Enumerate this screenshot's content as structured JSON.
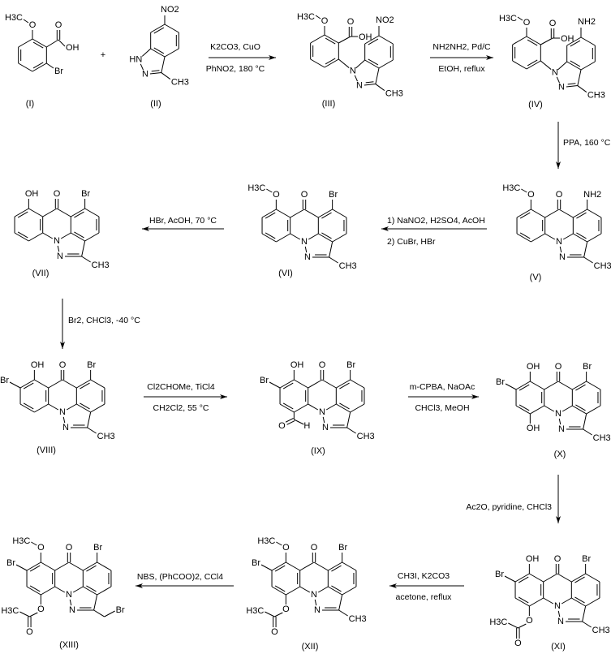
{
  "plus": "+",
  "compounds": {
    "I": {
      "label": "(I)",
      "atoms": {
        "o_me": "O",
        "me": "H3C",
        "co_o": "O",
        "oh": "OH",
        "br": "Br"
      }
    },
    "II": {
      "label": "(II)",
      "atoms": {
        "no2": "NO2",
        "nh": "HN",
        "n2": "N",
        "me": "CH3"
      }
    },
    "III": {
      "label": "(III)",
      "atoms": {
        "o_me": "O",
        "me": "H3C",
        "co_o": "O",
        "oh": "OH",
        "n1": "N",
        "n2": "N",
        "c3_me": "CH3",
        "sub": "NO2"
      }
    },
    "IV": {
      "label": "(IV)",
      "atoms": {
        "o_me": "O",
        "me": "H3C",
        "co_o": "O",
        "oh": "OH",
        "n1": "N",
        "n2": "N",
        "c3_me": "CH3",
        "sub": "NH2"
      }
    },
    "V": {
      "label": "(V)",
      "atoms": {
        "o9": "O",
        "lt_o": "O",
        "lt_me": "H3C",
        "rt": "NH2",
        "n1": "N",
        "n2": "N",
        "c3_me": "CH3"
      }
    },
    "VI": {
      "label": "(VI)",
      "atoms": {
        "o9": "O",
        "lt_o": "O",
        "lt_me": "H3C",
        "rt": "Br",
        "n1": "N",
        "n2": "N",
        "c3_me": "CH3"
      }
    },
    "VII": {
      "label": "(VII)",
      "atoms": {
        "o9": "O",
        "lt_oh": "OH",
        "rt": "Br",
        "n1": "N",
        "n2": "N",
        "c3_me": "CH3"
      }
    },
    "VIII": {
      "label": "(VIII)",
      "atoms": {
        "o9": "O",
        "lt_oh": "OH",
        "rt": "Br",
        "lul_br": "Br",
        "n1": "N",
        "n2": "N",
        "c3_me": "CH3"
      }
    },
    "IX": {
      "label": "(IX)",
      "atoms": {
        "o9": "O",
        "lt_oh": "OH",
        "rt": "Br",
        "lul_br": "Br",
        "lb_cho_o": "O",
        "lb_cho_h": "H",
        "n1": "N",
        "n2": "N",
        "c3_me": "CH3"
      }
    },
    "X": {
      "label": "(X)",
      "atoms": {
        "o9": "O",
        "lt_oh": "OH",
        "rt": "Br",
        "lul_br": "Br",
        "lb_oh": "OH",
        "n1": "N",
        "n2": "N",
        "c3_me": "CH3"
      }
    },
    "XI": {
      "label": "(XI)",
      "atoms": {
        "o9": "O",
        "lt_oh": "OH",
        "rt": "Br",
        "lul_br": "Br",
        "lb_o": "O",
        "lb_me": "H3C",
        "lb_co_o": "O",
        "n1": "N",
        "n2": "N",
        "c3_me": "CH3"
      }
    },
    "XII": {
      "label": "(XII)",
      "atoms": {
        "o9": "O",
        "lt_o": "O",
        "lt_me": "H3C",
        "rt": "Br",
        "lul_br": "Br",
        "lb_o": "O",
        "lb_me": "H3C",
        "lb_co_o": "O",
        "n1": "N",
        "n2": "N",
        "c3_me": "CH3"
      }
    },
    "XIII": {
      "label": "(XIII)",
      "atoms": {
        "o9": "O",
        "lt_o": "O",
        "lt_me": "H3C",
        "rt": "Br",
        "lul_br": "Br",
        "lb_o": "O",
        "lb_me": "H3C",
        "lb_co_o": "O",
        "n1": "N",
        "n2": "N",
        "c3_br": "Br"
      }
    }
  },
  "reagents": [
    {
      "line1": "K2CO3, CuO",
      "line2": "PhNO2, 180 °C"
    },
    {
      "line1": "NH2NH2, Pd/C",
      "line2": "EtOH, reflux"
    },
    {
      "line1": "PPA, 160 °C"
    },
    {
      "line1": "1) NaNO2, H2SO4, AcOH",
      "line2": "2) CuBr, HBr"
    },
    {
      "line1": "HBr, AcOH, 70 °C"
    },
    {
      "line1": "Br2, CHCl3, -40 °C"
    },
    {
      "line1": "Cl2CHOMe, TiCl4",
      "line2": "CH2Cl2, 55 °C"
    },
    {
      "line1": "m-CPBA, NaOAc",
      "line2": "CHCl3, MeOH"
    },
    {
      "line1": "Ac2O, pyridine, CHCl3"
    },
    {
      "line1": "CH3I, K2CO3",
      "line2": "acetone, reflux"
    },
    {
      "line1": "NBS, (PhCOO)2, CCl4"
    }
  ]
}
